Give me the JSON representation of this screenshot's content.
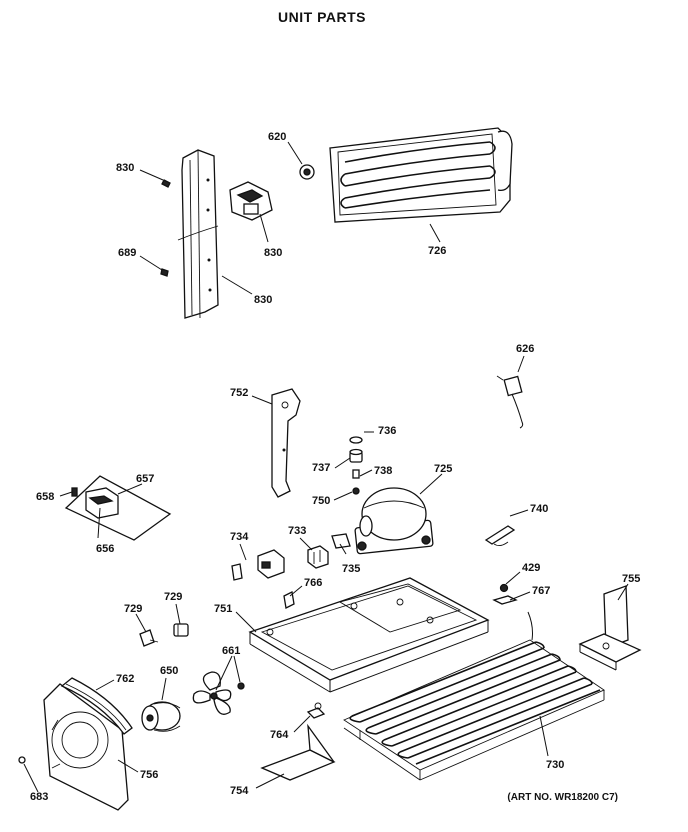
{
  "title": "UNIT PARTS",
  "art_number": "(ART NO. WR18200 C7)",
  "labels": {
    "l830a": "830",
    "l830b": "830",
    "l830c": "830",
    "l689": "689",
    "l620": "620",
    "l726": "726",
    "l626": "626",
    "l752": "752",
    "l736": "736",
    "l737": "737",
    "l738": "738",
    "l750": "750",
    "l725": "725",
    "l740": "740",
    "l657": "657",
    "l658": "658",
    "l656": "656",
    "l734": "734",
    "l733": "733",
    "l735": "735",
    "l766": "766",
    "l751": "751",
    "l429": "429",
    "l767": "767",
    "l755": "755",
    "l729a": "729",
    "l729b": "729",
    "l650": "650",
    "l661": "661",
    "l762": "762",
    "l764": "764",
    "l730": "730",
    "l756": "756",
    "l754": "754",
    "l683": "683"
  }
}
